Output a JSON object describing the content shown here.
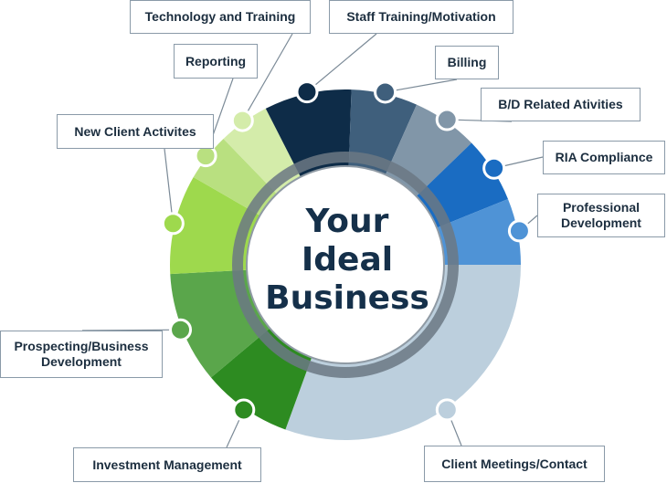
{
  "center": {
    "lines": [
      "Your",
      "Ideal",
      "Business"
    ]
  },
  "segments": [
    {
      "label": "Client Meetings/Contact",
      "share": 0.3055,
      "color": "#bccfdd"
    },
    {
      "label": "Investment Management",
      "share": 0.0833,
      "color": "#2d8b21"
    },
    {
      "label": "Prospecting/Business\nDevelopment",
      "share": 0.1028,
      "color": "#5aa64b"
    },
    {
      "label": "New Client Activites",
      "share": 0.0917,
      "color": "#9ed94d"
    },
    {
      "label": "Reporting",
      "share": 0.0444,
      "color": "#b9e080"
    },
    {
      "label": "Technology and Training",
      "share": 0.0473,
      "color": "#d4ecaa"
    },
    {
      "label": "Staff Training/Motivation",
      "share": 0.0805,
      "color": "#0e2c48"
    },
    {
      "label": "Billing",
      "share": 0.0611,
      "color": "#3f5f7c"
    },
    {
      "label": "B/D Related Ativities",
      "share": 0.0611,
      "color": "#8196a8"
    },
    {
      "label": "RIA Compliance",
      "share": 0.0611,
      "color": "#1a6cc2"
    },
    {
      "label": "Professional\nDevelopment",
      "share": 0.0612,
      "color": "#4f93d6"
    }
  ]
}
